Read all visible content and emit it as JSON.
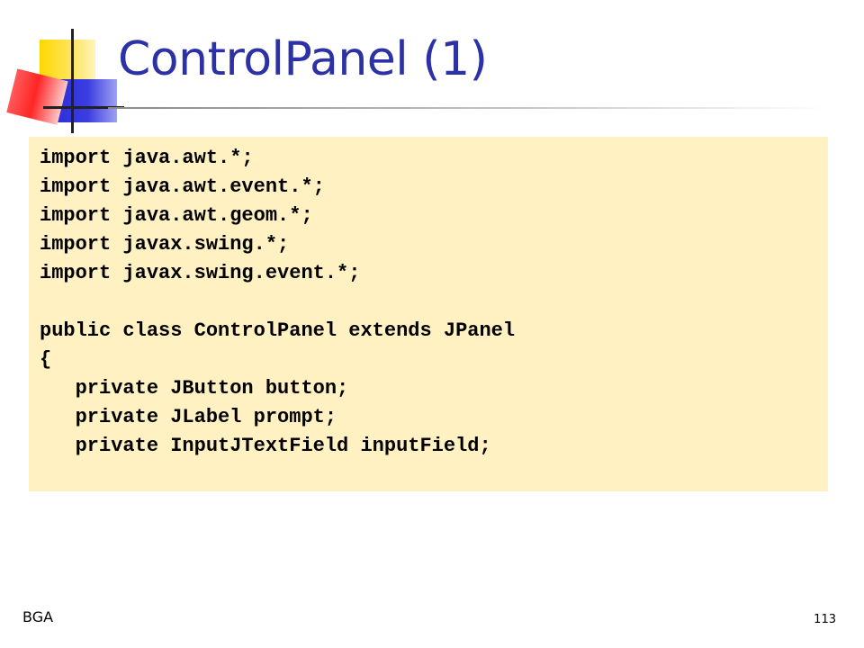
{
  "slide": {
    "title": "ControlPanel (1)",
    "code_lines": [
      "import java.awt.*;",
      "import java.awt.event.*;",
      "import java.awt.geom.*;",
      "import javax.swing.*;",
      "import javax.swing.event.*;",
      "",
      "public class ControlPanel extends JPanel",
      "{",
      "   private JButton button;",
      "   private JLabel prompt;",
      "   private InputJTextField inputField;"
    ],
    "footer_left": "BGA",
    "page_number": "113"
  },
  "colors": {
    "title": "#2d31a6",
    "code_background": "#fff1c1",
    "logo_yellow": "#ffd800",
    "logo_blue": "#2b2fd6",
    "logo_red": "#ff2525"
  }
}
